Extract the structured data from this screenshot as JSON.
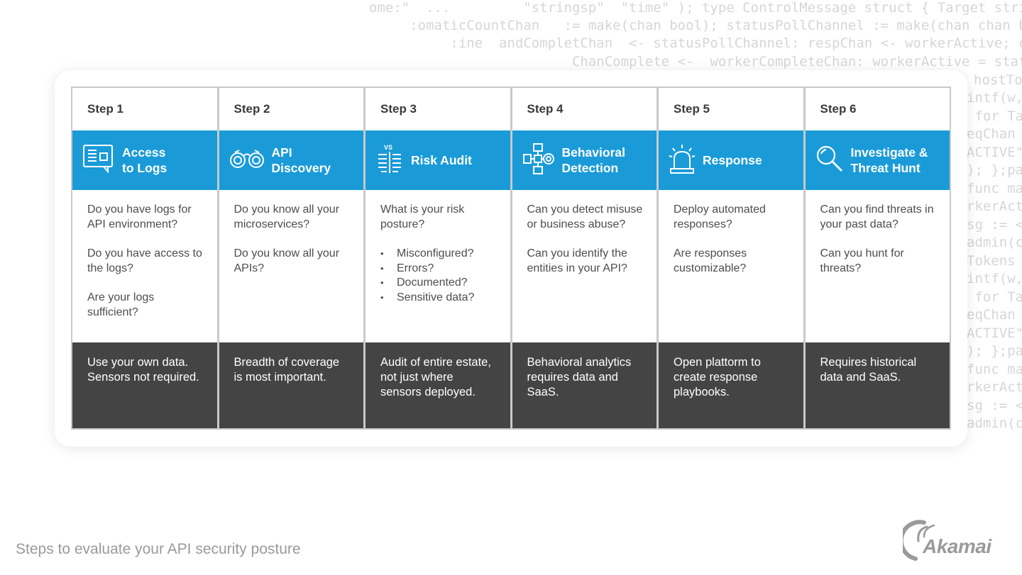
{
  "background_code": [
    "ome:\"  ...         \"stringsp\"  \"time\" ); type ControlMessage struct { Target string; Co",
    "     :omaticCountChan   := make(chan bool); statusPollChannel := make(chan chan bool); w",
    "          :ine  andCompletChan  <- statusPollChannel: respChan <- workerActive; case",
    "                         ChanComplete <-  workerCompleteChan: workerActive = status;",
    "hostTo",
    "intf(w,",
    " for Ta",
    "eqChan",
    "ACTIVE\"",
    "); };pa",
    "func ma",
    "rkerAct",
    "sg := <",
    "admin(c",
    "Tokens",
    "intf(w,",
    " for Ta",
    "eqChan",
    "ACTIVE\"",
    "); };pa",
    "func ma",
    "rkerAct",
    "sg := <",
    "admin(c"
  ],
  "steps": [
    {
      "label": "Step 1",
      "title": "Access\nto Logs",
      "icon": "logs-icon",
      "questions": [
        "Do you have logs for API environment?",
        "Do you have access to the logs?",
        "Are your logs sufficient?"
      ],
      "bullets": [],
      "summary": "Use your own data. Sensors not required."
    },
    {
      "label": "Step 2",
      "title": "API\nDiscovery",
      "icon": "binoculars-icon",
      "questions": [
        "Do you know all your microservices?",
        "Do you know all your APIs?"
      ],
      "bullets": [],
      "summary": "Breadth of coverage is most important."
    },
    {
      "label": "Step 3",
      "title": "Risk Audit",
      "icon": "risk-audit-icon",
      "icon_text": "VS",
      "questions": [
        "What is your risk posture?"
      ],
      "bullets": [
        "Misconfigured?",
        "Errors?",
        "Documented?",
        "Sensitive data?"
      ],
      "summary": "Audit of entire estate, not just where sensors deployed."
    },
    {
      "label": "Step 4",
      "title": "Behavioral\nDetection",
      "icon": "network-icon",
      "questions": [
        "Can you detect misuse or business abuse?",
        "Can you identify the entities in your API?"
      ],
      "bullets": [],
      "summary": "Behavioral analytics requires data and SaaS."
    },
    {
      "label": "Step 5",
      "title": "Response",
      "icon": "alarm-icon",
      "questions": [
        "Deploy automated responses?",
        "Are responses customizable?"
      ],
      "bullets": [],
      "summary": "Open plattorm to create response playbooks."
    },
    {
      "label": "Step 6",
      "title": "Investigate &\nThreat Hunt",
      "icon": "magnifier-icon",
      "questions": [
        "Can you find threats in your past data?",
        "Can you hunt for threats?"
      ],
      "bullets": [],
      "summary": "Requires historical data and SaaS."
    }
  ],
  "caption": "Steps to evaluate your API security posture",
  "logo": {
    "text": "Akamai",
    "color": "#9a9a9a"
  },
  "colors": {
    "banner": "#1a9bd8",
    "summary_bg": "#444444",
    "grid_line": "#c9c9c9"
  }
}
